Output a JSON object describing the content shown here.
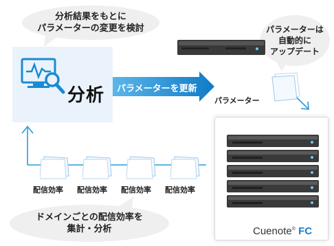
{
  "bubbles": {
    "top_left": {
      "line1": "分析結果をもとに",
      "line2": "パラメーターの変更を検討"
    },
    "top_right": {
      "line1": "パラメーターは",
      "line2": "自動的に",
      "line3": "アップデート"
    },
    "bottom": {
      "line1": "ドメインごとの配信効率を",
      "line2": "集計・分析"
    }
  },
  "analysis": {
    "label": "分析"
  },
  "update_arrow": {
    "label": "パラメーターを更新"
  },
  "parameter_label": "パラメーター",
  "efficiency_docs": [
    "配信効率",
    "配信効率",
    "配信効率",
    "配信効率"
  ],
  "brand": {
    "name": "Cuenote",
    "suffix": "FC"
  },
  "colors": {
    "accent_blue": "#1a8ad4",
    "line_blue": "#2a9ad8",
    "bubble": "#efefef",
    "panel_bg": "#eaf3fb"
  }
}
